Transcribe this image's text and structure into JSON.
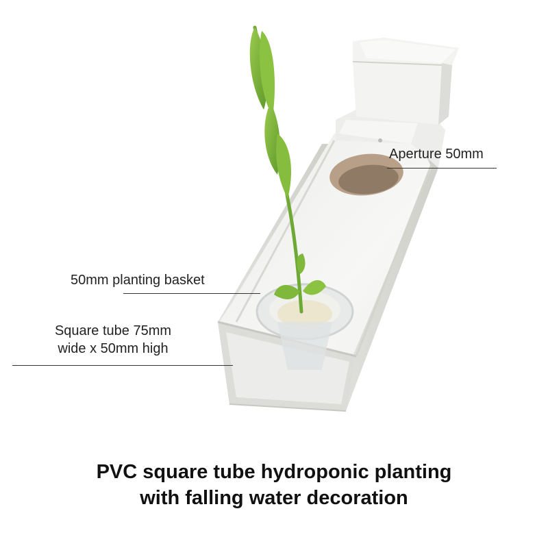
{
  "annotations": {
    "aperture": "Aperture 50mm",
    "basket": "50mm planting basket",
    "tube_line1": "Square tube 75mm",
    "tube_line2": "wide x 50mm high"
  },
  "caption": {
    "line1": "PVC square tube hydroponic planting",
    "line2": "with falling water decoration"
  },
  "colors": {
    "background": "#ffffff",
    "pvc_white": "#f4f4f2",
    "pvc_shadow": "#d9d9d5",
    "leaf_green": "#7fb83a",
    "text": "#222222"
  }
}
